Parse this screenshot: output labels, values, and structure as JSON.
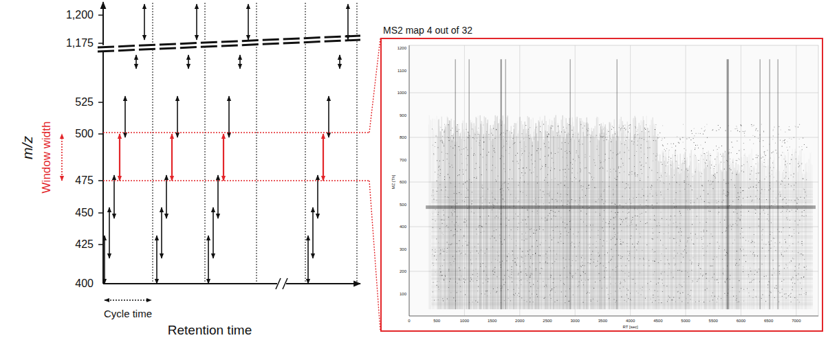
{
  "diagram": {
    "nodes": [
      {
        "text": [
          "MS2 map 4 out of 32"
        ]
      }
    ],
    "labels": [
      "1,200",
      "1,175",
      "525",
      "500",
      "475",
      "450",
      "425",
      "400",
      "m/z",
      "Window width",
      "Cycle time",
      "Retention time",
      "MZ [Th]",
      "RT [sec]",
      "1200",
      "1100",
      "1000",
      "900",
      "800",
      "700",
      "600",
      "500",
      "400",
      "300",
      "200",
      "100",
      "0",
      "500",
      "1000",
      "1500",
      "2000",
      "2500",
      "3000",
      "3500",
      "4000",
      "4500",
      "5000",
      "5500",
      "6000",
      "6500",
      "7000"
    ]
  }
}
